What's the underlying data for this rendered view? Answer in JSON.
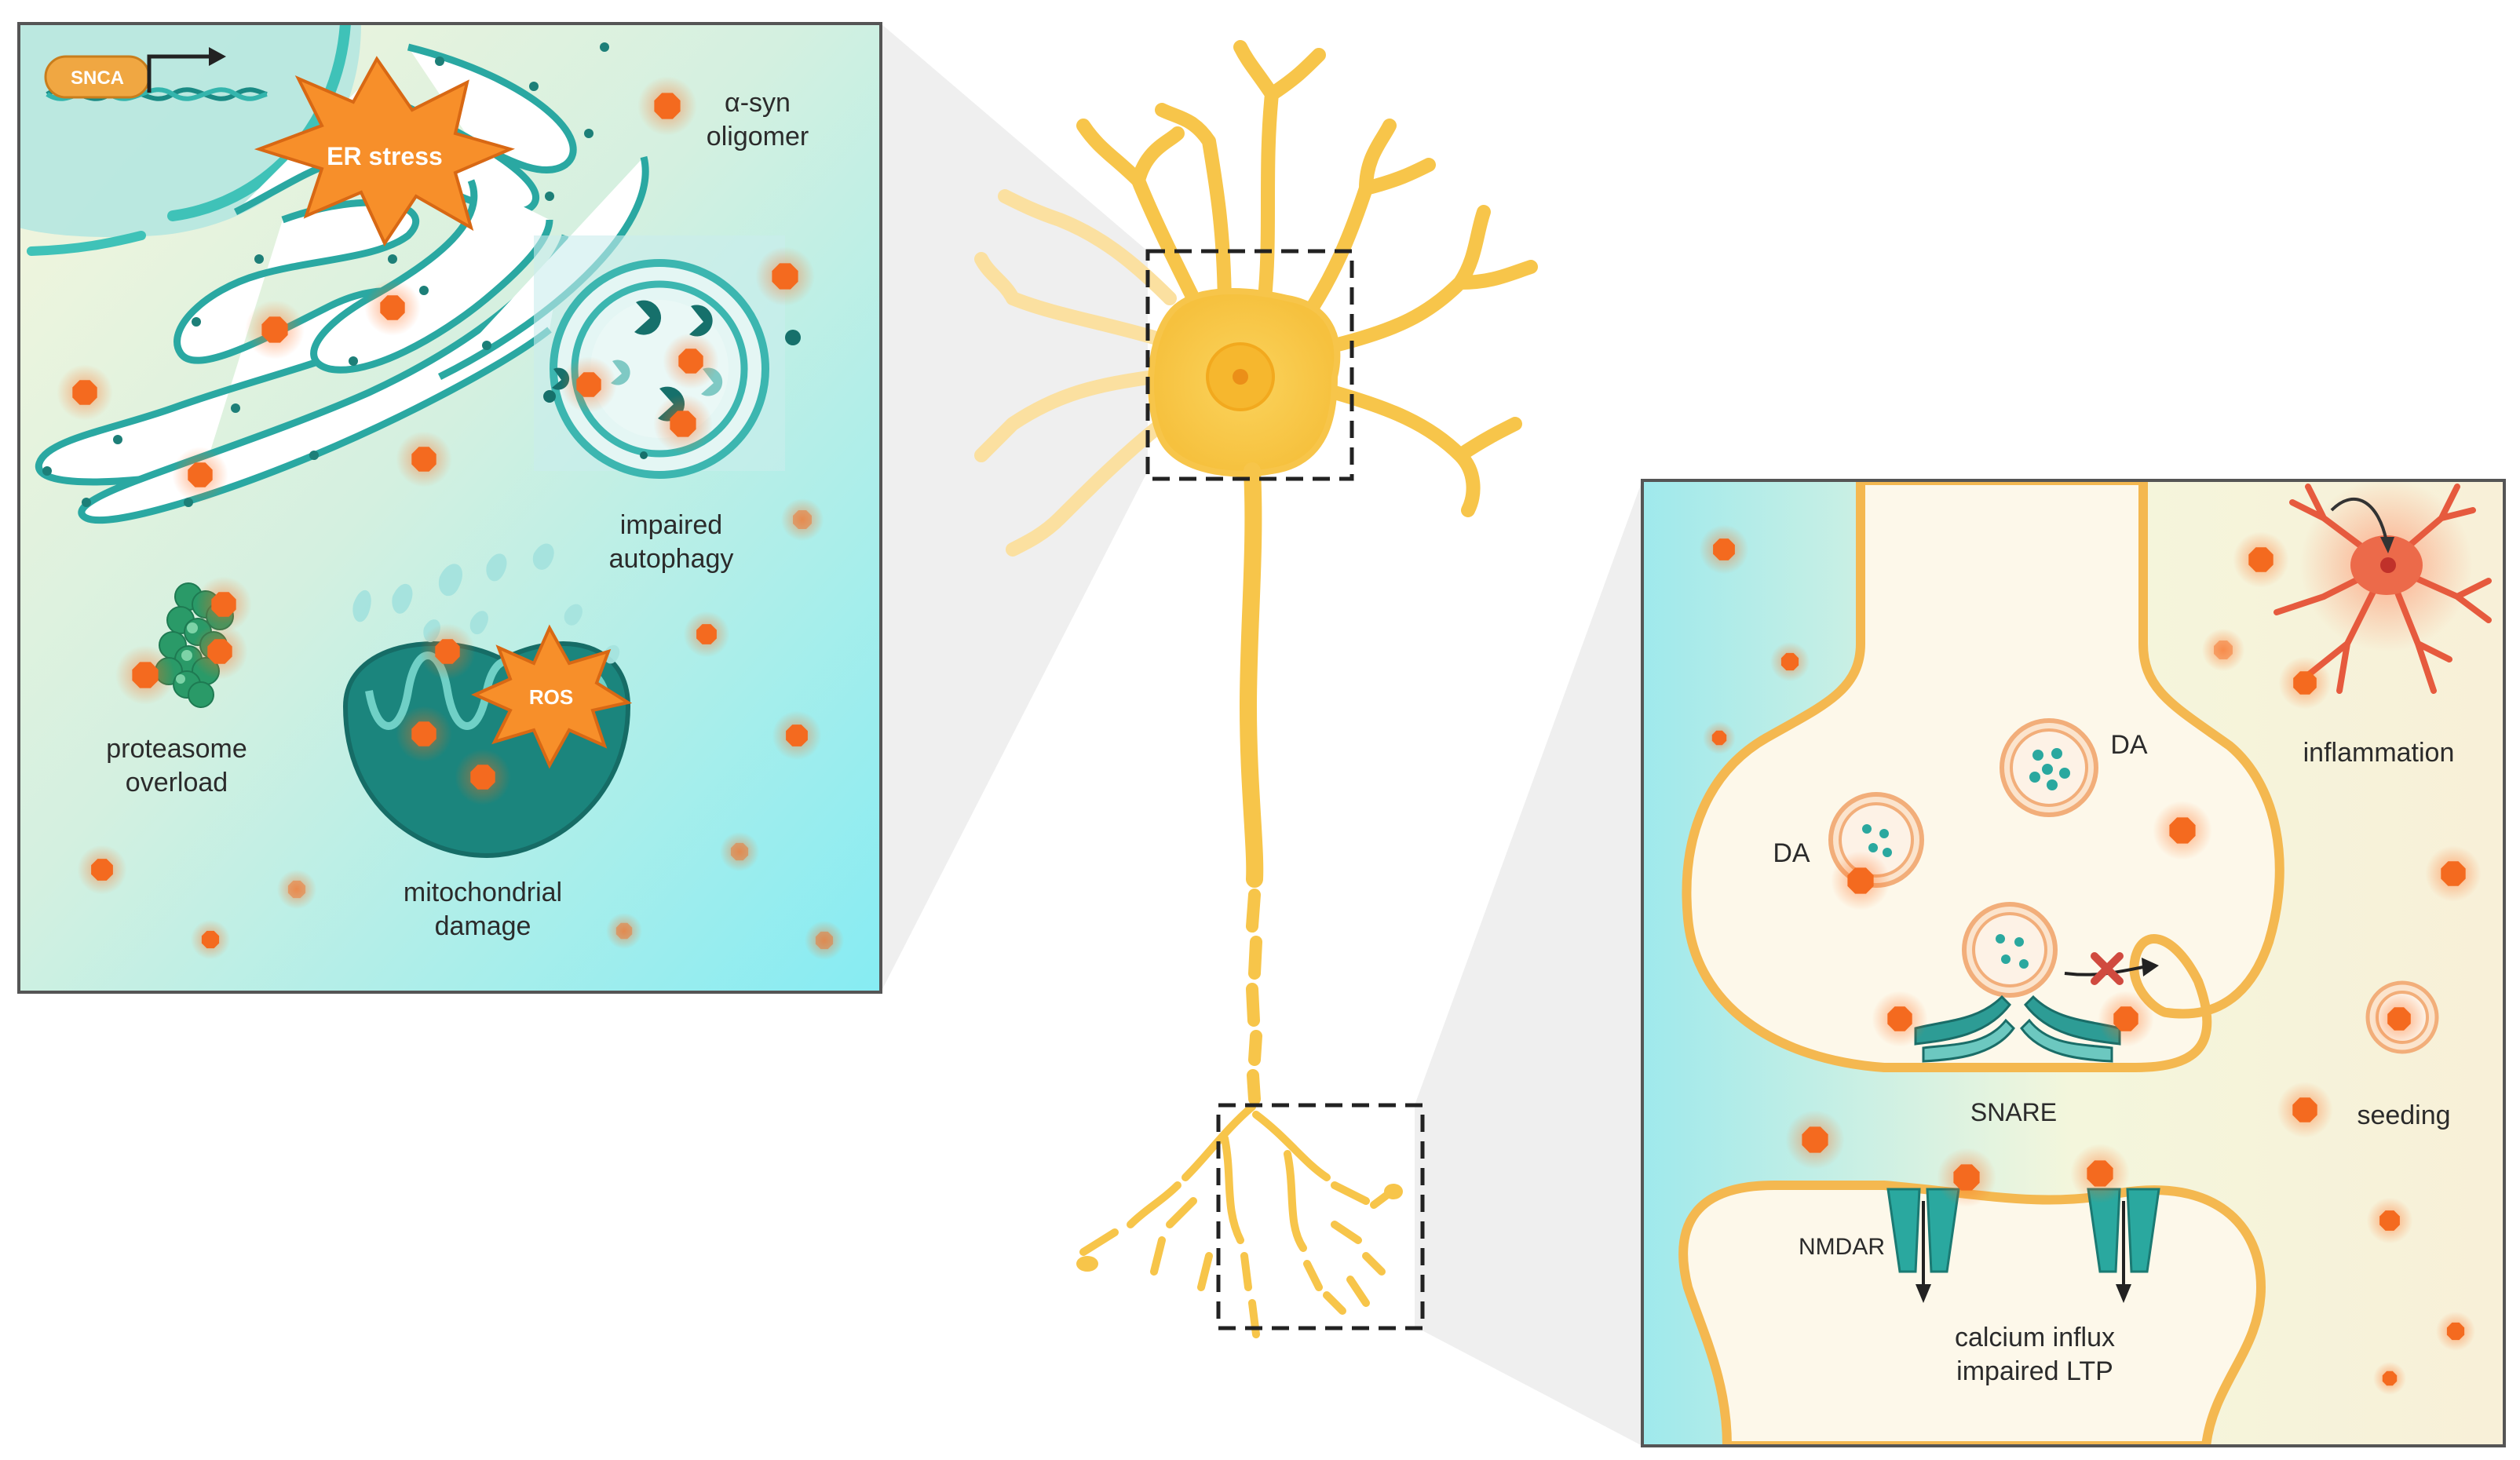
{
  "left_panel": {
    "gene_label": "SNCA",
    "er_stress": "ER stress",
    "oligomer_line1": "α-syn",
    "oligomer_line2": "oligomer",
    "autophagy_line1": "impaired",
    "autophagy_line2": "autophagy",
    "proteasome_line1": "proteasome",
    "proteasome_line2": "overload",
    "ros": "ROS",
    "mito_line1": "mitochondrial",
    "mito_line2": "damage"
  },
  "right_panel": {
    "da_vesicle_1": "DA",
    "da_vesicle_2": "DA",
    "inflammation": "inflammation",
    "snare": "SNARE",
    "seeding": "seeding",
    "nmdar": "NMDAR",
    "calcium_line1": "calcium influx",
    "calcium_line2": "impaired LTP"
  },
  "colors": {
    "oligomer": "#f46a1f",
    "neuron": "#f8c84a",
    "er": "#2bb3ad",
    "mitochondria": "#1f8a82",
    "microglia": "#e8583d",
    "burst": "#f78f2a"
  }
}
